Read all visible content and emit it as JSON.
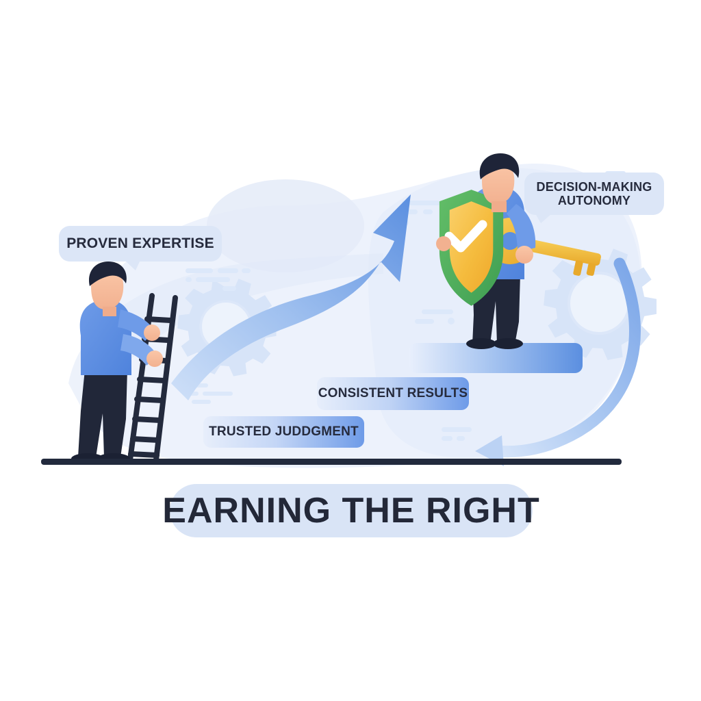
{
  "illustration": {
    "title": "EARNING THE RIGHT",
    "concept": "earning-the-right-to-autonomy",
    "background_color": "#FFFFFF"
  },
  "labels": {
    "proven_expertise": "PROVEN EXPERTISE",
    "decision_making_autonomy_line1": "DECISION-MAKING",
    "decision_making_autonomy_line2": "AUTONOMY",
    "consistent_results": "CONSISTENT RESULTS",
    "trusted_judgment": "TRUSTED JUDDGMENT"
  },
  "colors": {
    "label_bubble": "#DCE6F7",
    "pill_gradient_start": "#E7EEFB",
    "pill_gradient_end": "#6E9BE8",
    "title_pill": "#D9E4F6",
    "text_dark": "#262B3D",
    "arrow_blue": "#5B8FE0",
    "arrow_blue_light": "#C5D9F6",
    "shirt_blue": "#5B8FE0",
    "hair_navy": "#1E2438",
    "trousers_navy": "#212739",
    "skin": "#F6BC9B",
    "shield_green": "#51B05C",
    "shield_gold": "#F5BC3E",
    "key_gold": "#F2C23C",
    "ground_line": "#222A3D",
    "blob_blue": "#EAF0FB",
    "gear_blue": "#D7E4F8"
  },
  "figures": {
    "left": {
      "name": "person-with-ladder",
      "prop": "ladder",
      "ladder_rungs": 8
    },
    "right": {
      "name": "person-with-shield-and-key",
      "props": [
        "shield",
        "key",
        "checkmark"
      ],
      "stands_on": "pedestal"
    }
  },
  "decorations": {
    "main_arrow": "curved-rising-arrow",
    "loop_arrow": "curved-return-arrow",
    "gears": 2,
    "dash_clusters": 6,
    "ground_line": true
  }
}
